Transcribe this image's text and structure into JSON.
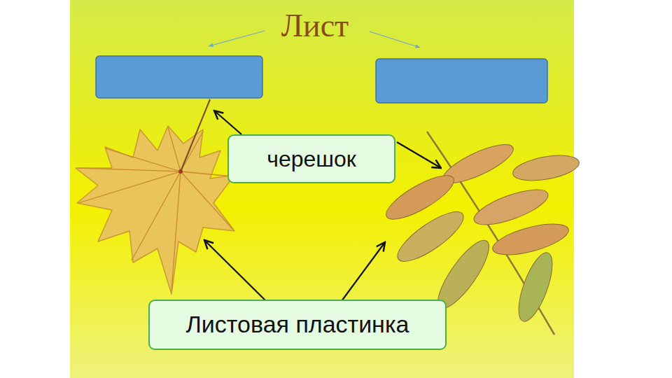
{
  "diagram": {
    "title": "Лист",
    "nodes": [
      {
        "text": [
          "черешок"
        ]
      },
      {
        "text": [
          "Листовая пластинка"
        ]
      }
    ]
  }
}
